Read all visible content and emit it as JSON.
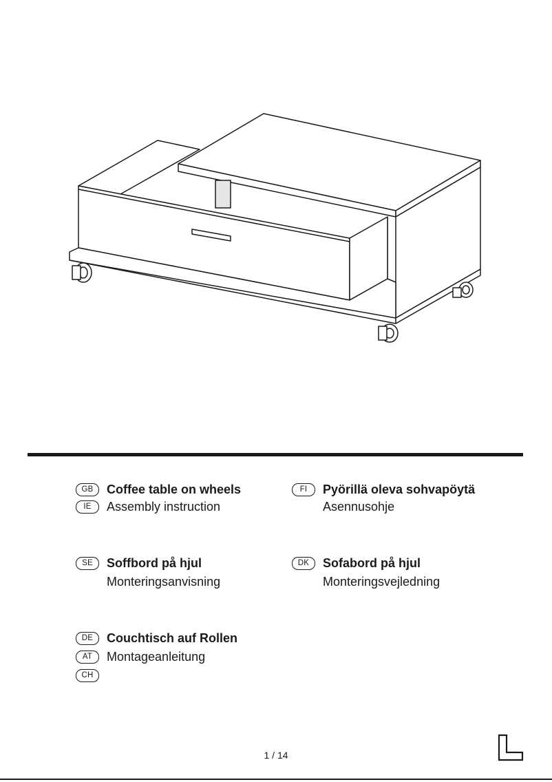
{
  "products": [
    {
      "badges": [
        "GB",
        "IE"
      ],
      "title": "Coffee table on wheels",
      "subtitle": "Assembly instruction"
    },
    {
      "badges": [
        "FI"
      ],
      "title": "Pyörillä oleva sohvapöytä",
      "subtitle": "Asennusohje"
    },
    {
      "badges": [
        "SE"
      ],
      "title": "Soffbord på hjul",
      "subtitle": "Monteringsanvisning"
    },
    {
      "badges": [
        "DK"
      ],
      "title": "Sofabord på hjul",
      "subtitle": "Monteringsvejledning"
    },
    {
      "badges": [
        "DE",
        "AT",
        "CH"
      ],
      "title": "Couchtisch auf Rollen",
      "subtitle": "Montageanleitung"
    }
  ],
  "footer": {
    "page_indicator": "1 / 14"
  },
  "icons": {
    "illustration": "coffee-table-drawing",
    "logo": "l-shaped-logo"
  }
}
